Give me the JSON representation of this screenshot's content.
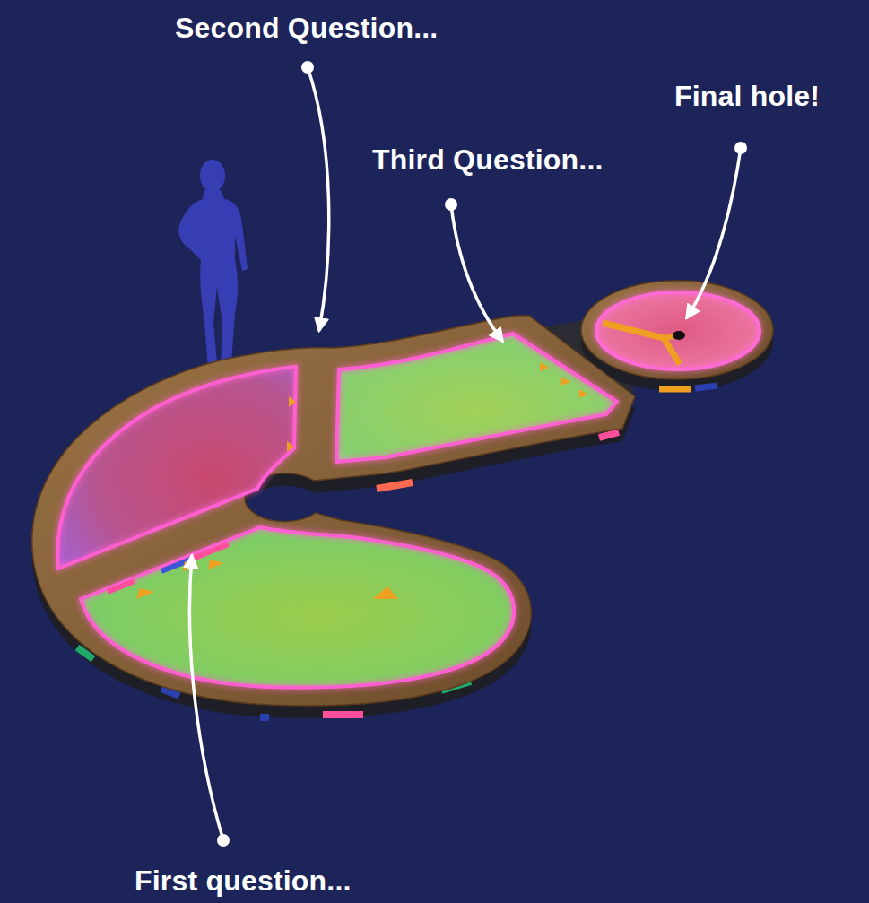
{
  "diagram": {
    "labels": [
      "Second Question...",
      "Final hole!",
      "Third Question...",
      "First question..."
    ]
  }
}
